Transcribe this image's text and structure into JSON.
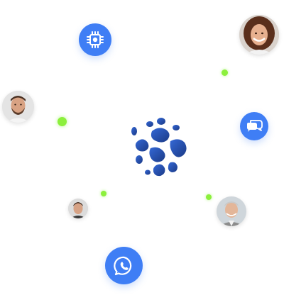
{
  "colors": {
    "accent_blue": "#3f7ef5",
    "logo_dark": "#1e3f8f",
    "logo_mid": "#2b5cc7",
    "dot_green": "#8cf03c"
  },
  "center": {
    "icon": "molecular-sphere-logo"
  },
  "satellites": [
    {
      "kind": "icon",
      "icon": "processor-chip-icon"
    },
    {
      "kind": "avatar",
      "icon": "woman-curly-hair-avatar"
    },
    {
      "kind": "avatar",
      "icon": "bearded-man-avatar"
    },
    {
      "kind": "icon",
      "icon": "chat-bubbles-icon"
    },
    {
      "kind": "avatar",
      "icon": "young-man-avatar"
    },
    {
      "kind": "avatar",
      "icon": "older-man-avatar"
    },
    {
      "kind": "icon",
      "icon": "whatsapp-icon"
    }
  ],
  "dots": [
    {
      "icon": "green-dot",
      "color": "#8cf03c"
    },
    {
      "icon": "green-dot",
      "color": "#8cf03c"
    },
    {
      "icon": "green-dot",
      "color": "#8cf03c"
    },
    {
      "icon": "green-dot",
      "color": "#8cf03c"
    }
  ]
}
